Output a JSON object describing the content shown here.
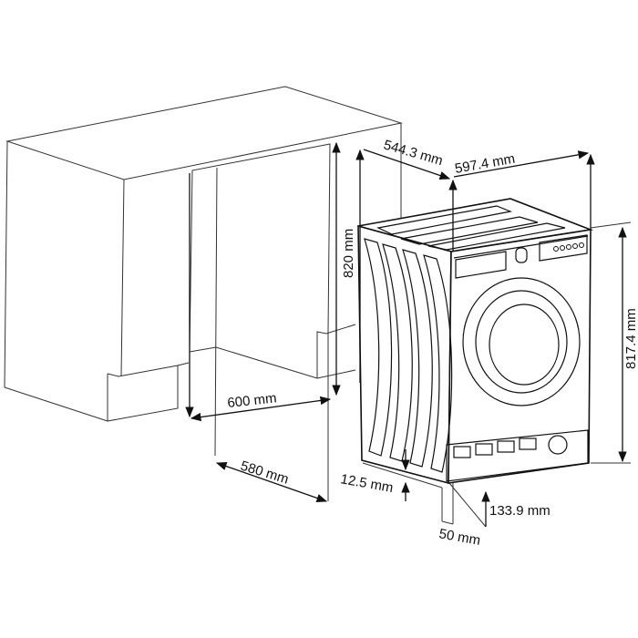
{
  "dimensions": {
    "depth_top": "544.3 mm",
    "width_top": "597.4 mm",
    "niche_height": "820 mm",
    "machine_height": "817.4 mm",
    "niche_width": "600 mm",
    "niche_depth": "580 mm",
    "feet_adjust": "12.5 mm",
    "plinth_height": "133.9 mm",
    "plinth_offset": "50 mm"
  }
}
